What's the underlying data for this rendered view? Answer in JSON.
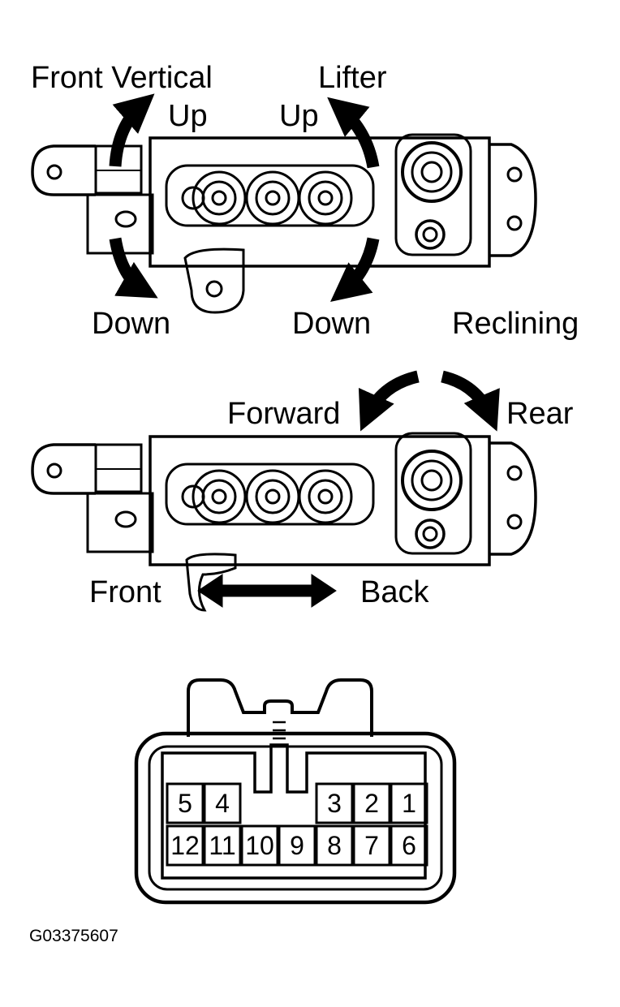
{
  "switch_top": {
    "label_front_vertical": "Front Vertical",
    "label_front_vertical_up": "Up",
    "label_front_vertical_down": "Down",
    "label_lifter": "Lifter",
    "label_lifter_up": "Up",
    "label_lifter_down": "Down",
    "label_reclining": "Reclining"
  },
  "switch_bottom": {
    "label_forward": "Forward",
    "label_rear": "Rear",
    "label_front": "Front",
    "label_back": "Back"
  },
  "connector": {
    "top_row": [
      "5",
      "4",
      "",
      "",
      "3",
      "2",
      "1"
    ],
    "bottom_row": [
      "12",
      "11",
      "10",
      "9",
      "8",
      "7",
      "6"
    ]
  },
  "figure_code": "G03375607"
}
